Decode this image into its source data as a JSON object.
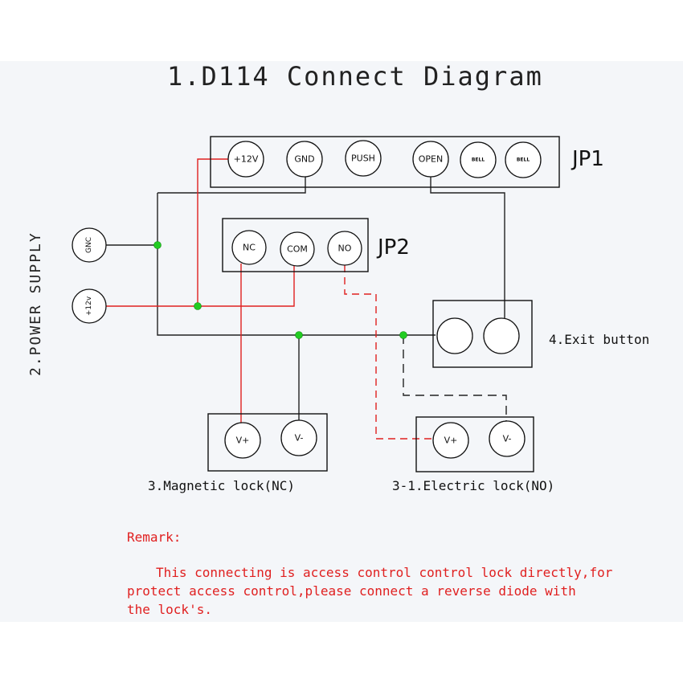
{
  "title": "1.D114 Connect Diagram",
  "jp1": {
    "name": "JP1",
    "terminals": [
      "+12V",
      "GND",
      "PUSH",
      "OPEN",
      "BELL",
      "BELL"
    ]
  },
  "jp2": {
    "name": "JP2",
    "terminals": [
      "NC",
      "COM",
      "NO"
    ]
  },
  "power_supply": {
    "label": "2.POWER SUPPLY",
    "terminals": [
      "GNC",
      "+12v"
    ]
  },
  "exit_button": {
    "label": "4.Exit button"
  },
  "magnetic_lock": {
    "label": "3.Magnetic lock(NC)",
    "terminals": [
      "V+",
      "V-"
    ]
  },
  "electric_lock": {
    "label": "3-1.Electric lock(NO)",
    "terminals": [
      "V+",
      "V-"
    ]
  },
  "remark": {
    "heading": "Remark:",
    "lines": [
      "This connecting is access control control lock directly,for",
      "protect access control,please connect a reverse diode with",
      "the lock's."
    ]
  },
  "colors": {
    "wire_positive": "#e02020",
    "wire_negative": "#222222",
    "junction": "#22cc22"
  }
}
